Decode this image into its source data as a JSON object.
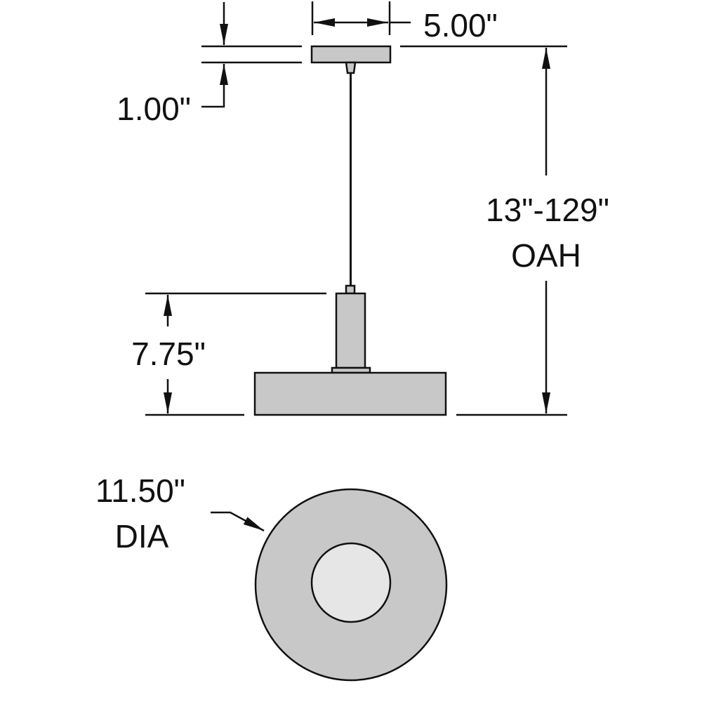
{
  "dimensions": {
    "canopy_width": "5.00\"",
    "canopy_height": "1.00\"",
    "overall_height_range": "13\"-129\"",
    "overall_height_label": "OAH",
    "shade_height": "7.75\"",
    "diameter": "11.50\"",
    "diameter_label": "DIA"
  },
  "colors": {
    "fill": "#c8c8c8",
    "inner_fill": "#e6e6e6",
    "line": "#111111"
  }
}
